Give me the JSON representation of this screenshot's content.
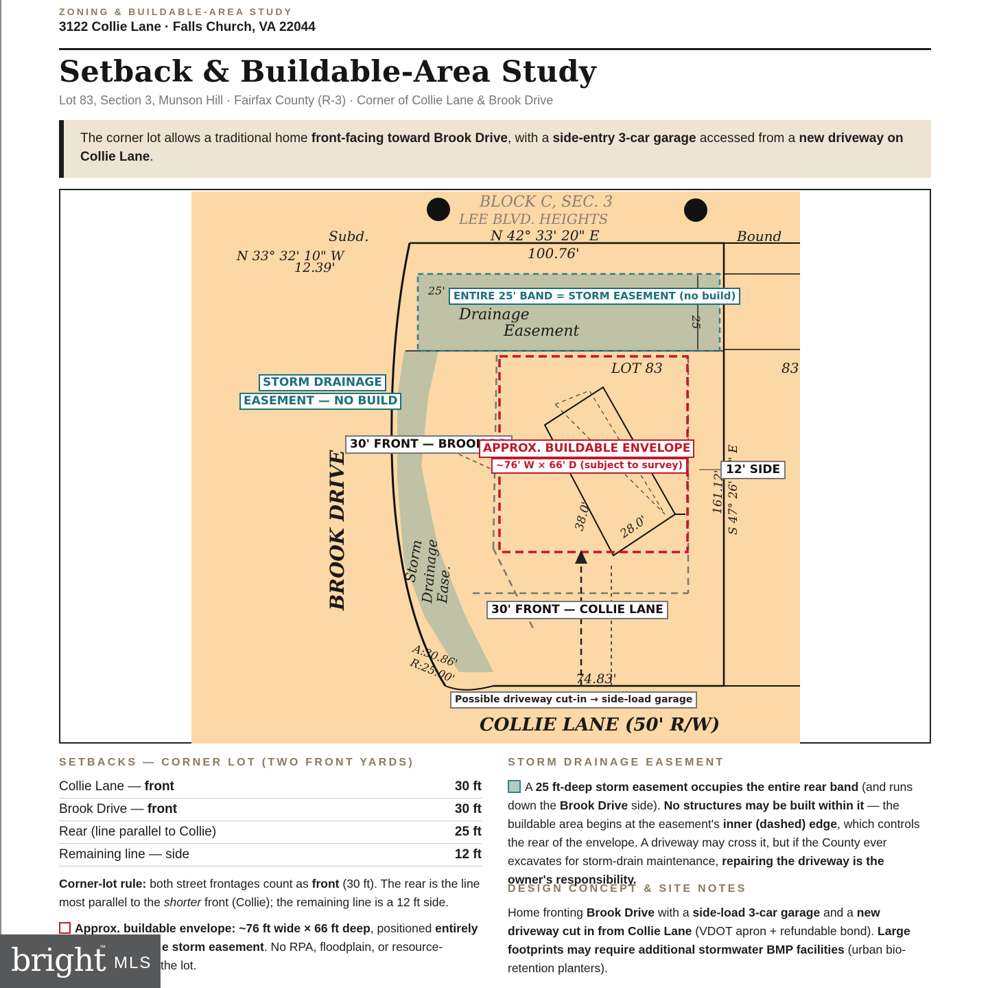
{
  "header": {
    "kicker": "ZONING & BUILDABLE-AREA STUDY",
    "address": "3122 Collie Lane · Falls Church, VA 22044",
    "title": "Setback & Buildable-Area Study",
    "subtitle": "Lot 83, Section 3, Munson Hill · Fairfax County (R-3) · Corner of Collie Lane & Brook Drive"
  },
  "callout": {
    "t1": "The corner lot allows a traditional home ",
    "b1": "front-facing toward Brook Drive",
    "t2": ", with a ",
    "b2": "side-entry 3-car garage",
    "t3": " accessed from a ",
    "b3": "new driveway on Collie Lane",
    "t4": "."
  },
  "map": {
    "labels": {
      "easement_band": "ENTIRE 25' BAND = STORM EASEMENT (no build)",
      "storm_1": "STORM DRAINAGE",
      "storm_2": "EASEMENT — NO BUILD",
      "front_brook": "30' FRONT — BROOK DR",
      "envelope_1": "APPROX. BUILDABLE ENVELOPE",
      "envelope_2": "~76' W × 66' D (subject to survey)",
      "side": "12' SIDE",
      "front_collie": "30' FRONT — COLLIE LANE",
      "driveway": "Possible driveway cut-in → side-load garage"
    },
    "plat_text": {
      "block": "BLOCK C, SEC. 3",
      "lee": "LEE BLVD. HEIGHTS",
      "subd": "Subd.",
      "bearing_top": "N 42° 33' 20\" E",
      "dist_top": "100.76'",
      "bearing_left": "N 33° 32' 10\" W",
      "dist_left": "12.39'",
      "bound": "Bound",
      "drainage": "Drainage",
      "easement": "Easement",
      "lot": "LOT 83",
      "brook": "BROOK DRIVE",
      "storm_plat_1": "Storm",
      "storm_plat_2": "Drainage",
      "storm_plat_3": "Ease.",
      "collie": "COLLIE LANE (50' R/W)",
      "dist_bottom": "74.83'",
      "arc": "A:30.86'",
      "radius": "R:25.00'",
      "bearing_right": "S 47° 26' 40\" E",
      "dist_right": "161.12'",
      "dim_25_top": "25'",
      "dim_25": "25",
      "house_1": "38.0'",
      "house_2": "28.0'",
      "lot_num": "83"
    }
  },
  "setbacks": {
    "heading": "SETBACKS — CORNER LOT (TWO FRONT YARDS)",
    "rows": [
      {
        "label": "Collie Lane — ",
        "bold": "front",
        "value": "30 ft"
      },
      {
        "label": "Brook Drive — ",
        "bold": "front",
        "value": "30 ft"
      },
      {
        "label": "Rear (line parallel to Collie)",
        "bold": "",
        "value": "25 ft"
      },
      {
        "label": "Remaining line — side",
        "bold": "",
        "value": "12 ft"
      }
    ],
    "rule_b": "Corner-lot rule:",
    "rule_t1": " both street frontages count as ",
    "rule_b2": "front",
    "rule_t2": " (30 ft). The rear is the line most parallel to the ",
    "rule_i": "shorter",
    "rule_t3": " front (Collie); the remaining line is a 12 ft side.",
    "env_b": "Approx. buildable envelope: ~76 ft wide × 66 ft deep",
    "env_t1": ", positioned ",
    "env_b2": "entirely",
    "env_line2_b": "e storm easement",
    "env_line2_t": ". No RPA, floodplain, or resource-",
    "env_line3": "the lot."
  },
  "easement": {
    "heading": "STORM DRAINAGE EASEMENT",
    "t1": "A ",
    "b1": "25 ft-deep storm easement occupies the entire rear band",
    "t2": " (and runs down the ",
    "b2": "Brook Drive",
    "t3": " side). ",
    "b3": "No structures may be built within it",
    "t4": " — the buildable area begins at the easement's ",
    "b4": "inner (dashed) edge",
    "t5": ", which controls the rear of the envelope. A driveway may cross it, but if the County ever excavates for storm-drain maintenance, ",
    "b5": "repairing the driveway is the owner's responsibility."
  },
  "design": {
    "heading": "DESIGN CONCEPT & SITE NOTES",
    "t1": "Home fronting ",
    "b1": "Brook Drive",
    "t2": " with a ",
    "b2": "side-load 3-car garage",
    "t3": " and a ",
    "b3": "new driveway cut in from Collie Lane",
    "t4": " (VDOT apron + refundable bond). ",
    "b4": "Large footprints may require additional stormwater BMP facilities",
    "t5": " (urban bio-retention planters)."
  },
  "watermark": {
    "brand": "bright",
    "suffix": "MLS",
    "tm": "™"
  },
  "colors": {
    "teal": "#1f6f7c",
    "red": "#c0182c",
    "paper": "#fbd8a6",
    "easement_fill": "#b8c0a4"
  }
}
